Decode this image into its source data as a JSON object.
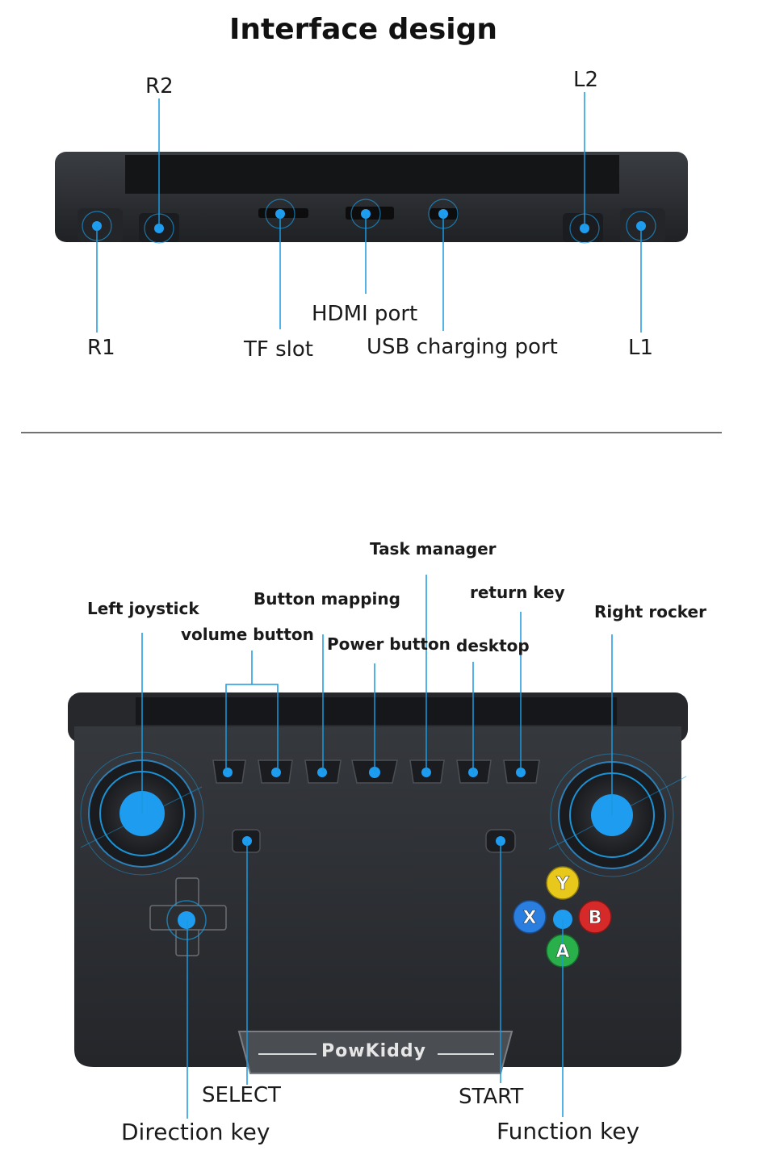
{
  "title": "Interface design",
  "brand": "PowKiddy",
  "top_view_labels": {
    "r2": "R2",
    "l2": "L2",
    "r1": "R1",
    "l1": "L1",
    "tf_slot": "TF slot",
    "hdmi_port": "HDMI port",
    "usb_charging_port": "USB charging port"
  },
  "front_view_labels": {
    "task_manager": "Task manager",
    "button_mapping": "Button mapping",
    "return_key": "return key",
    "left_joystick": "Left joystick",
    "right_rocker": "Right rocker",
    "volume_button": "volume button",
    "power_button": "Power button",
    "desktop": "desktop",
    "select": "SELECT",
    "start": "START",
    "direction_key": "Direction key",
    "function_key": "Function key"
  },
  "face_buttons": {
    "y": "Y",
    "x": "X",
    "b": "B",
    "a": "A"
  },
  "colors": {
    "callout": "#1a9ae0",
    "dot": "#1e9cf0",
    "device": "#2a2d31",
    "button_y": "#e8c81a",
    "button_x": "#2a7ee0",
    "button_b": "#d62a2a",
    "button_a": "#2ab04a"
  }
}
